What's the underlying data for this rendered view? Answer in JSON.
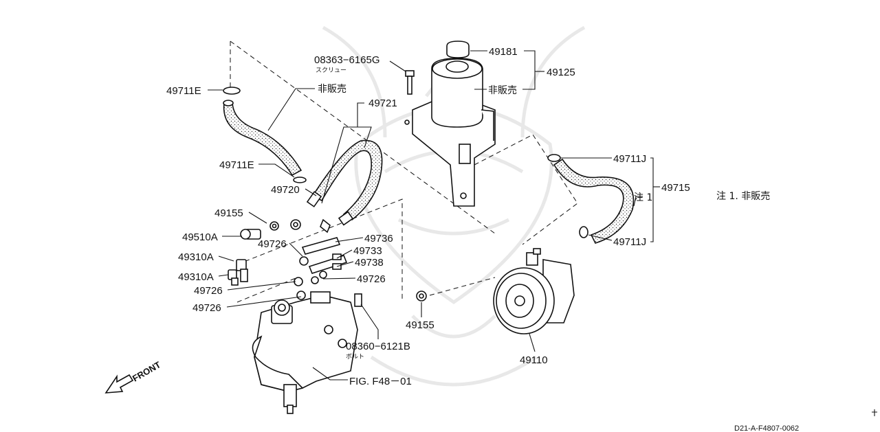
{
  "labels": {
    "p49711E_top": "49711E",
    "p49711E_mid": "49711E",
    "hanbai_hose": "非販売",
    "p49721": "49721",
    "p49720": "49720",
    "p49155_left": "49155",
    "p49510A": "49510A",
    "p49726_a": "49726",
    "p49310A_a": "49310A",
    "p49310A_b": "49310A",
    "p49726_b": "49726",
    "p49726_c": "49726",
    "p49736": "49736",
    "p49733": "49733",
    "p49738": "49738",
    "p49726_d": "49726",
    "screw_no": "08363−6165G",
    "screw_jp": "スクリュー",
    "p49181": "49181",
    "p49125": "49125",
    "hanbai_tank": "非販売",
    "p49711J_top": "49711J",
    "p49711J_bot": "49711J",
    "note1": "注 1",
    "p49715": "49715",
    "note_text": "注 1. 非販売",
    "p49155_right": "49155",
    "bolt_no": "08360−6121B",
    "bolt_jp": "ボルト",
    "p49110": "49110",
    "fig_ref": "FIG. F48－01",
    "front": "FRONT",
    "drawing_code": "D21-A-F4807-0062"
  },
  "icons": {
    "front_arrow": "front-arrow-icon",
    "watermark": "samurai-helmet-watermark"
  }
}
